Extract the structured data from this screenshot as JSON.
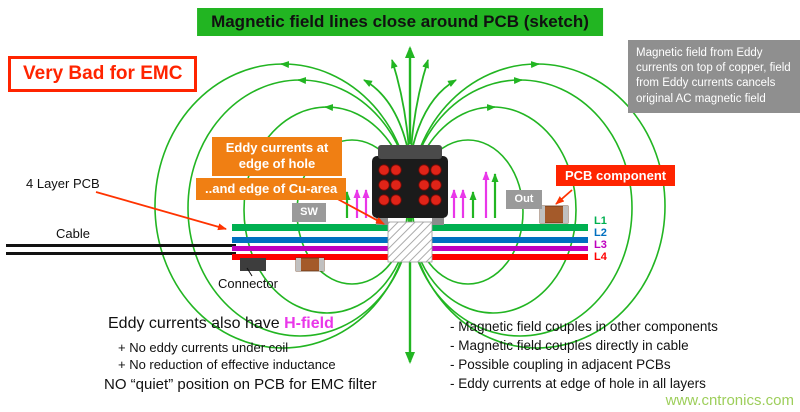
{
  "colors": {
    "green": "#22b522",
    "red": "#ff2400",
    "orange": "#f07f13",
    "magenta": "#e937e9",
    "layer1": "#00b050",
    "layer2": "#0070c0",
    "layer3": "#bf00bf",
    "layer4": "#ff0000",
    "watermark": "#8cc63e"
  },
  "banner": {
    "text": "Magnetic field lines close around PCB (sketch)"
  },
  "badges": {
    "very_bad": "Very Bad for EMC",
    "info_box": "Magnetic field from Eddy currents on top of copper, field from Eddy currents cancels original AC magnetic field",
    "eddy_currents": "Eddy currents at edge of hole",
    "cu_area": "..and edge of Cu-area",
    "pcb_component": "PCB component",
    "sw": "SW",
    "out": "Out"
  },
  "labels": {
    "four_layer_pcb": "4 Layer PCB",
    "cable": "Cable",
    "connector": "Connector",
    "layers": [
      "L1",
      "L2",
      "L3",
      "L4"
    ]
  },
  "notes_left": {
    "headline_prefix": "Eddy currents also have ",
    "headline_highlight": "H-field",
    "bullets": [
      "+ No eddy currents under coil",
      "+ No reduction of effective inductance"
    ],
    "footer": "NO “quiet” position on PCB for EMC filter"
  },
  "notes_right": {
    "bullets": [
      "- Magnetic field couples in other components",
      "- Magnetic field couples directly in cable",
      "- Possible coupling in adjacent PCBs",
      "- Eddy currents at edge of hole in all layers"
    ]
  },
  "watermark": "www.cntronics.com"
}
